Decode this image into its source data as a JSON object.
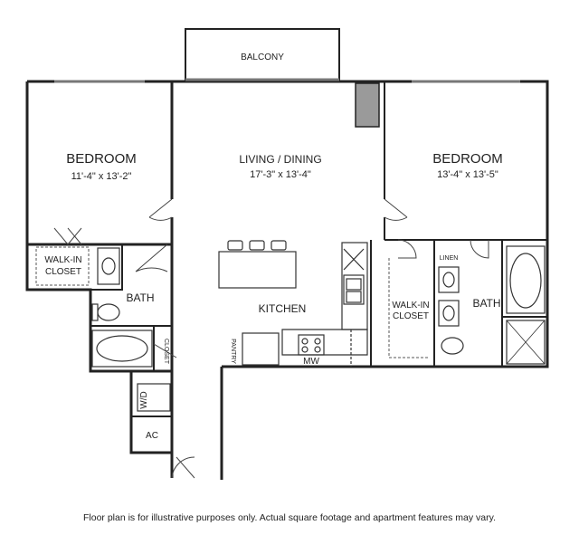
{
  "rooms": {
    "balcony": "BALCONY",
    "bedroom1": {
      "name": "BEDROOM",
      "dims": "11'-4\" x 13'-2\""
    },
    "living": {
      "name": "LIVING / DINING",
      "dims": "17'-3\" x 13'-4\""
    },
    "bedroom2": {
      "name": "BEDROOM",
      "dims": "13'-4\" x 13'-5\""
    },
    "walkin1": [
      "WALK-IN",
      "CLOSET"
    ],
    "bath1": "BATH",
    "closet": "CLOSET",
    "kitchen": "KITCHEN",
    "pantry": "PANTRY",
    "mw": "MW",
    "wd": "W/D",
    "ac": "AC",
    "walkin2": [
      "WALK-IN",
      "CLOSET"
    ],
    "linen": "LINEN",
    "bath2": "BATH"
  },
  "disclaimer": "Floor plan is for illustrative purposes only.  Actual square footage and apartment features may vary."
}
